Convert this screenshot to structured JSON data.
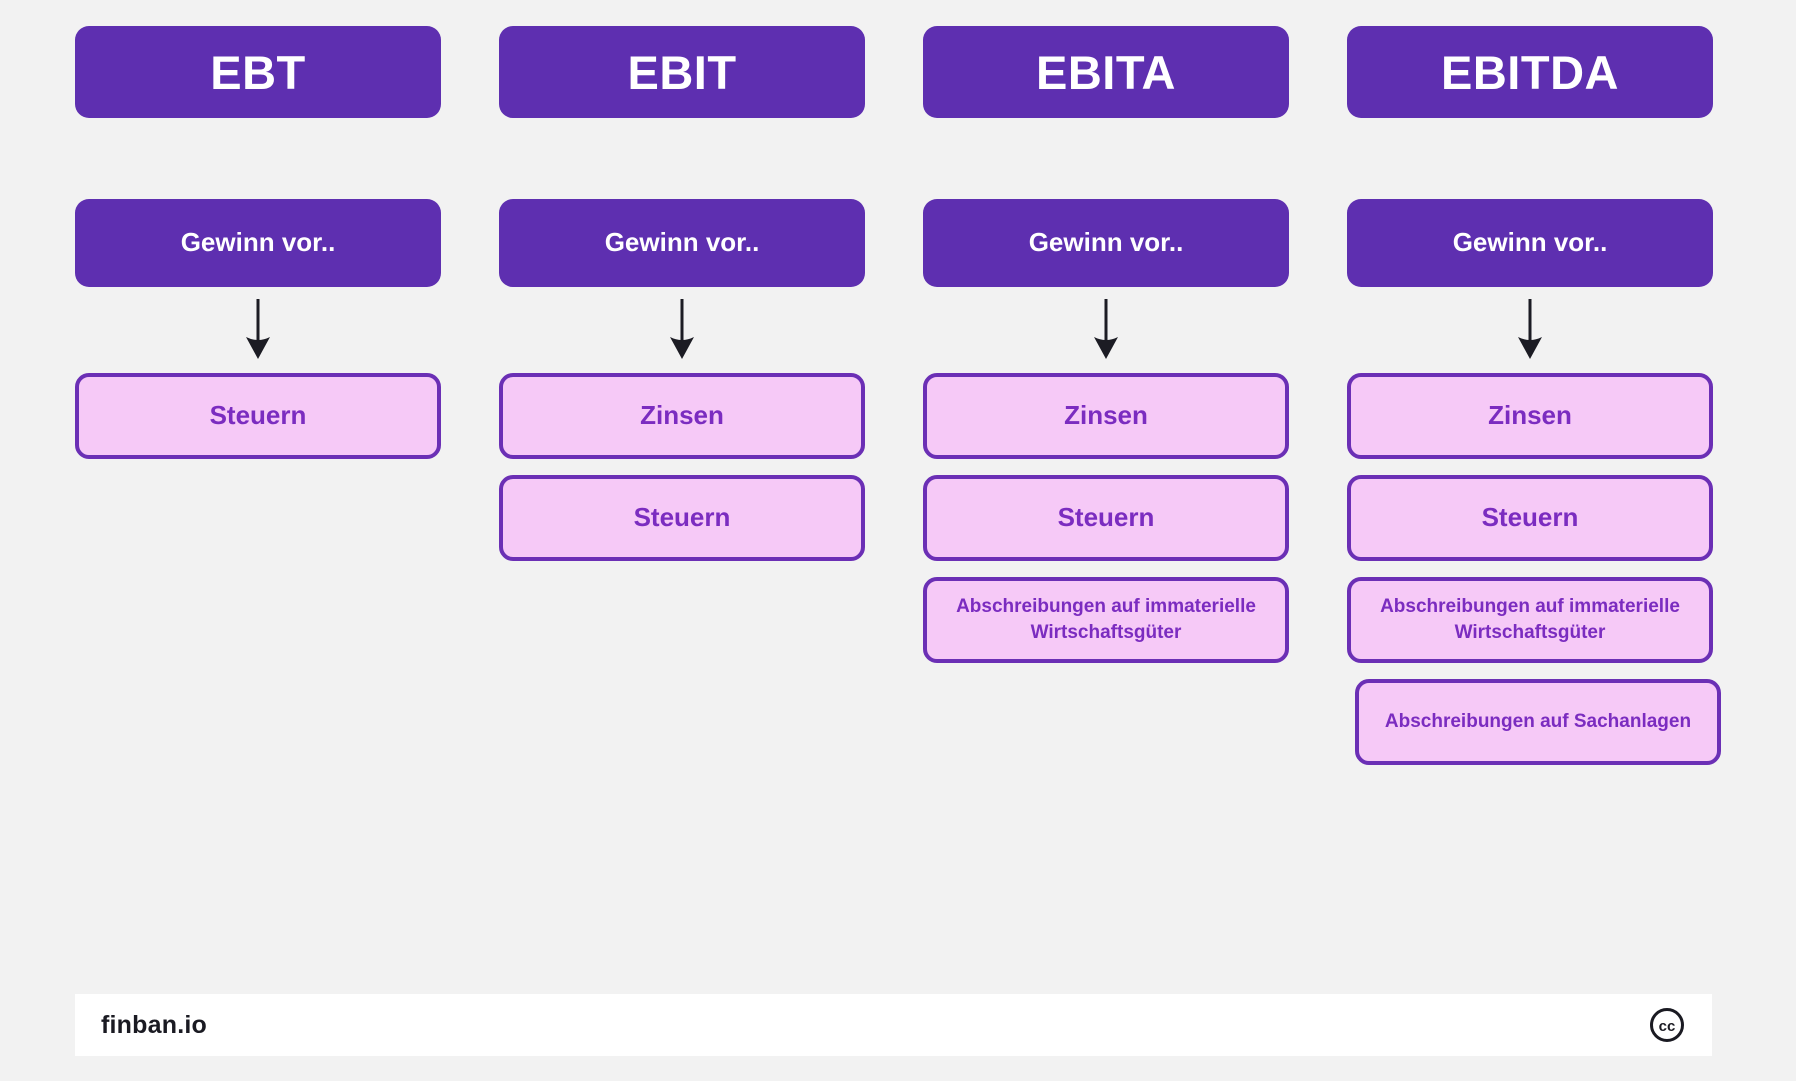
{
  "background_color": "#f2f2f2",
  "palette": {
    "purple_dark": "#5e2fb0",
    "purple_border": "#6b2fb5",
    "pink_fill": "#f6c9f7",
    "pink_text": "#7b2cc0",
    "white": "#ffffff",
    "footer_text": "#1a1a22"
  },
  "columns": [
    {
      "header": "EBT",
      "profit_label": "Gewinn vor..",
      "arrow": "down-arrow",
      "items": [
        {
          "label": "Steuern",
          "size": "lg"
        }
      ]
    },
    {
      "header": "EBIT",
      "profit_label": "Gewinn vor..",
      "arrow": "down-arrow",
      "items": [
        {
          "label": "Zinsen",
          "size": "lg"
        },
        {
          "label": "Steuern",
          "size": "lg"
        }
      ]
    },
    {
      "header": "EBITA",
      "profit_label": "Gewinn vor..",
      "arrow": "down-arrow",
      "items": [
        {
          "label": "Zinsen",
          "size": "lg"
        },
        {
          "label": "Steuern",
          "size": "lg"
        },
        {
          "label": "Abschreibungen auf immaterielle Wirtschaftsgüter",
          "size": "sm"
        }
      ]
    },
    {
      "header": "EBITDA",
      "profit_label": "Gewinn vor..",
      "arrow": "down-arrow",
      "items": [
        {
          "label": "Zinsen",
          "size": "lg"
        },
        {
          "label": "Steuern",
          "size": "lg"
        },
        {
          "label": "Abschreibungen auf immaterielle Wirtschaftsgüter",
          "size": "sm"
        },
        {
          "label": "Abschreibungen auf Sachanlagen",
          "size": "sm",
          "inset": true
        }
      ]
    }
  ],
  "footer": {
    "brand": "finban.io",
    "license_icon": "creative-commons-icon",
    "license_label": "cc"
  }
}
